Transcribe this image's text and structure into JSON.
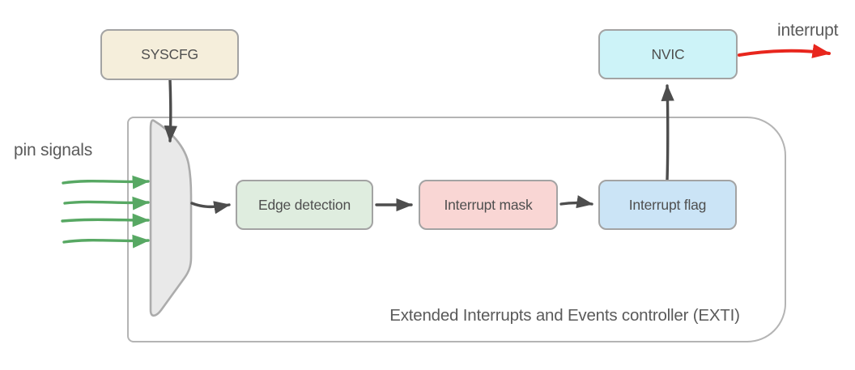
{
  "colors": {
    "syscfg-fill": "#f5eedb",
    "nvic-fill": "#cdf3f8",
    "edge-fill": "#dfeddf",
    "mask-fill": "#f9d6d4",
    "flag-fill": "#cbe4f6",
    "box-border": "#a3a3a3",
    "container-border": "#b4b4b4",
    "mux-fill": "#e9e9e9",
    "mux-border": "#acacac",
    "arrow-dark": "#4d4d4d",
    "arrow-green": "#57a863",
    "arrow-red": "#e8261d",
    "text": "#4f4f4f",
    "label-text": "#5a5a5a"
  },
  "diagram": {
    "nodes": {
      "syscfg": "SYSCFG",
      "nvic": "NVIC",
      "edge_detection": "Edge detection",
      "interrupt_mask": "Interrupt mask",
      "interrupt_flag": "Interrupt flag"
    },
    "labels": {
      "pin_signals": "pin signals",
      "interrupt": "interrupt",
      "container_caption": "Extended Interrupts and Events controller (EXTI)"
    }
  }
}
